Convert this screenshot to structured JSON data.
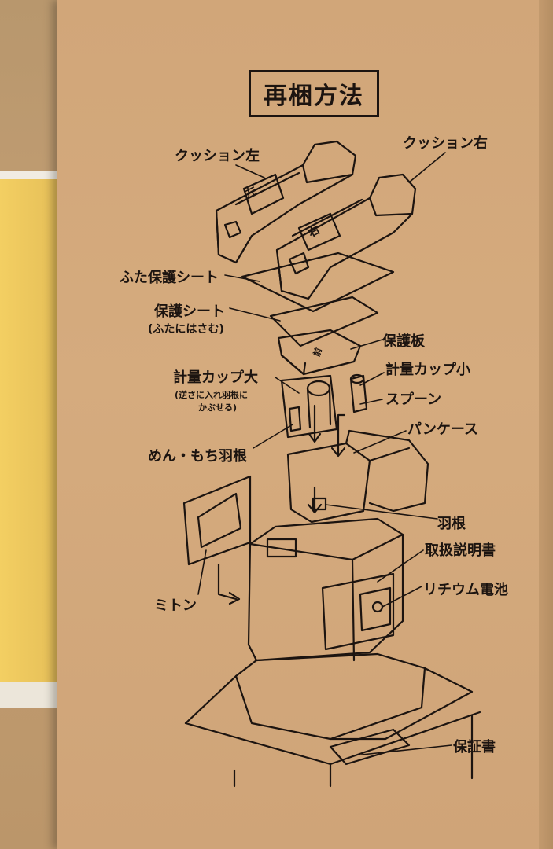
{
  "title": "再梱方法",
  "labels": {
    "cushion_left": "クッション左",
    "cushion_right": "クッション右",
    "lid_sheet": "ふた保護シート",
    "protect_sheet": "保護シート",
    "protect_sheet_note": "(ふたにはさむ)",
    "protect_board": "保護板",
    "cup_large": "計量カップ大",
    "cup_large_note_1": "(逆さに入れ羽根に",
    "cup_large_note_2": "かぶせる)",
    "cup_small": "計量カップ小",
    "spoon": "スプーン",
    "pan_case": "パンケース",
    "noodle_blade": "めん・もち羽根",
    "blade": "羽根",
    "manual": "取扱説明書",
    "battery": "リチウム電池",
    "mitten": "ミトン",
    "warranty": "保証書",
    "cushion_left_mark": "左",
    "cushion_right_mark": "右",
    "board_mark": "前"
  },
  "colors": {
    "ink": "#1c1410",
    "cardboard": "#d3a87b"
  }
}
